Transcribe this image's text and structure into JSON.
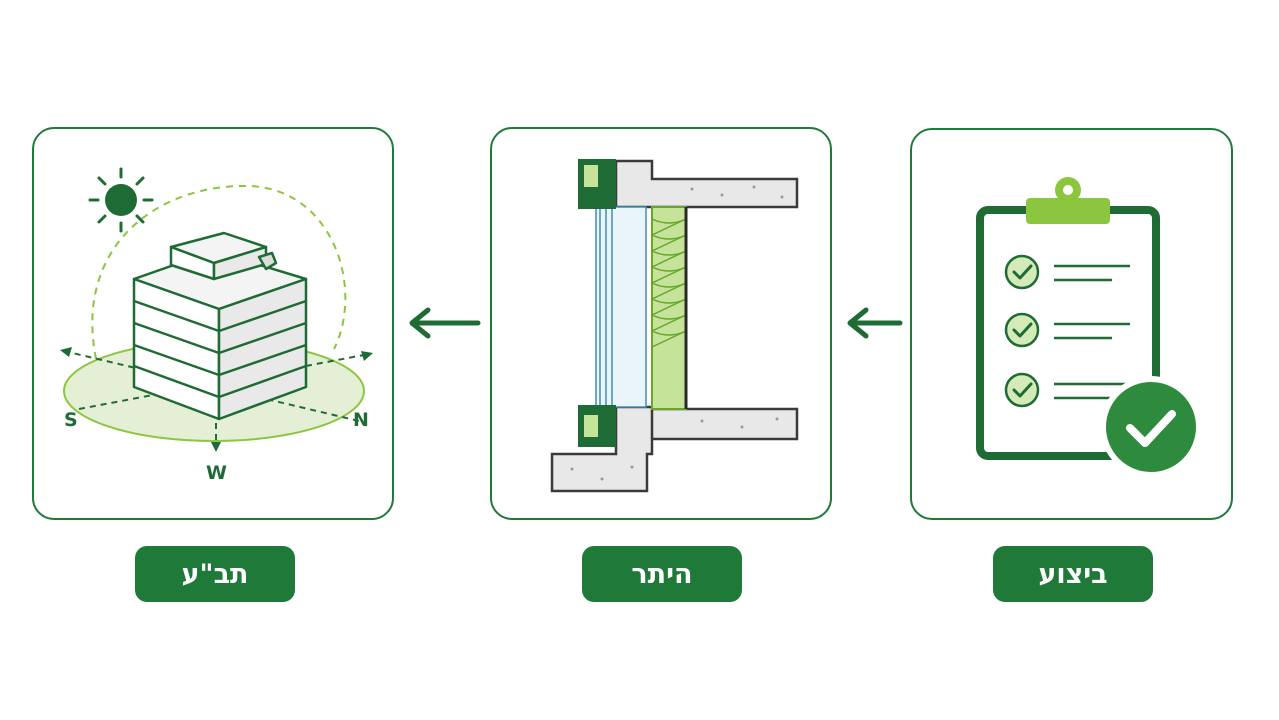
{
  "steps": [
    {
      "label": "ביצוע",
      "icon": "checklist-clipboard-icon"
    },
    {
      "label": "היתר",
      "icon": "window-wall-section-icon"
    },
    {
      "label": "תב\"ע",
      "icon": "building-sun-orientation-icon"
    }
  ],
  "compass": {
    "s": "S",
    "n": "N",
    "w": "W"
  },
  "colors": {
    "primary": "#1f7a3a",
    "light_green": "#8cc63f",
    "white": "#ffffff"
  }
}
